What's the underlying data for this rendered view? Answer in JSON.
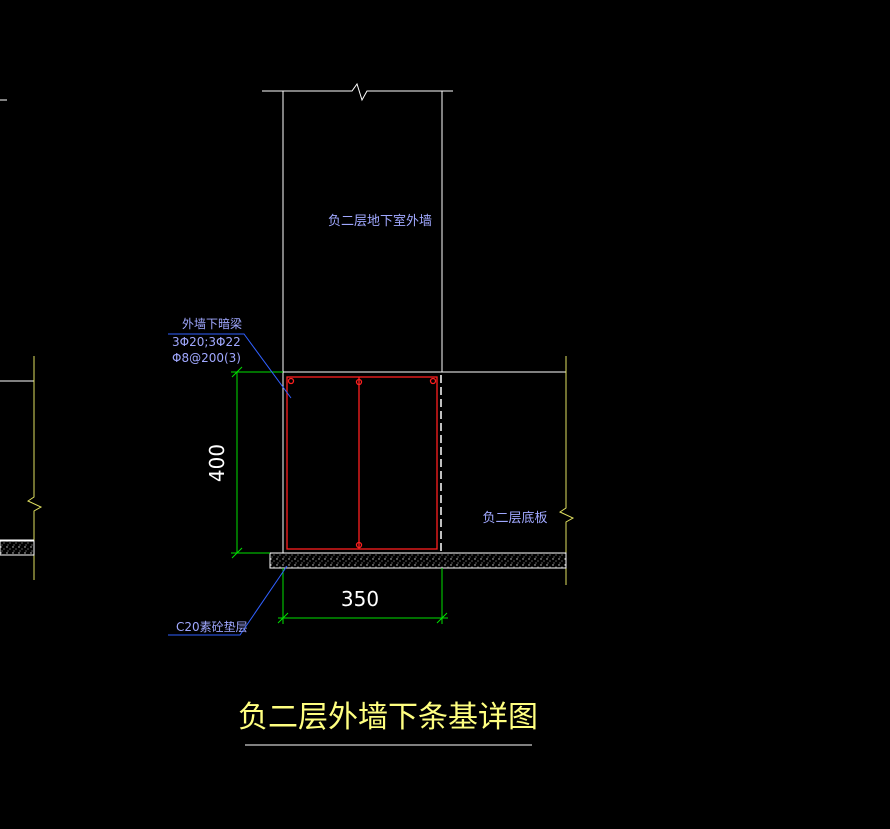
{
  "drawing": {
    "title": "负二层外墙下条基详图",
    "wall_label": "负二层地下室外墙",
    "slab_label": "负二层底板",
    "beam_note": {
      "line1": "外墙下暗梁",
      "line2": "3Φ20;3Φ22",
      "line3": "Φ8@200(3)"
    },
    "cushion_label": "C20素砼垫层",
    "dim_height": "400",
    "dim_width": "350"
  },
  "colors": {
    "background": "#000000",
    "outline": "#ffffff",
    "rebar": "#ff2020",
    "dimension": "#00e000",
    "leader": "#3060ff",
    "wall_text": "#a0a8ff",
    "title_text": "#ffff80",
    "break_line": "#e0e060"
  }
}
